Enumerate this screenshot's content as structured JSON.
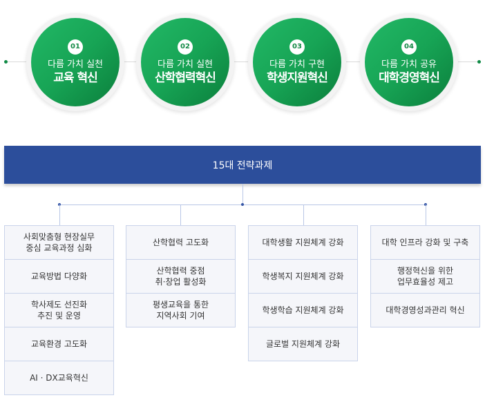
{
  "values": [
    {
      "num": "01",
      "sub": "다름 가치 실천",
      "main": "교육 혁신"
    },
    {
      "num": "02",
      "sub": "다름 가치 실현",
      "main": "산학협력혁신"
    },
    {
      "num": "03",
      "sub": "다름 가치 구현",
      "main": "학생지원혁신"
    },
    {
      "num": "04",
      "sub": "다름 가치 공유",
      "main": "대학경영혁신"
    }
  ],
  "banner": "15대 전략과제",
  "columns": [
    [
      "사회맞춤형 현장실무\n중심 교육과정 심화",
      "교육방법 다양화",
      "학사제도 선진화\n추진 및 운영",
      "교육환경 고도화",
      "AI · DX교육혁신"
    ],
    [
      "산학협력 고도화",
      "산학협력 중점\n취·창업 활성화",
      "평생교육을 통한\n지역사회 기여"
    ],
    [
      "대학생활 지원체계 강화",
      "학생복지 지원체계 강화",
      "학생학습 지원체계 강화",
      "글로벌 지원체계 강화"
    ],
    [
      "대학 인프라 강화 및 구축",
      "행정혁신을 위한\n업무효율성 제고",
      "대학경영성과관리 혁신"
    ]
  ]
}
